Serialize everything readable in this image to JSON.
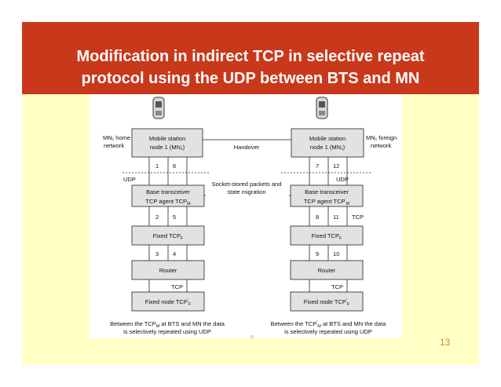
{
  "slide": {
    "title_line1": "Modification in indirect TCP in selective repeat",
    "title_line2": "protocol using the UDP between BTS and MN",
    "page_number": "13"
  },
  "colors": {
    "title_band": "#c9381b",
    "slide_background": "#ffffc6",
    "title_text": "#ffffff",
    "page_number": "#d98a2a"
  },
  "diagram": {
    "left": {
      "network_label_1": "MN₁ home",
      "network_label_2": "network",
      "mobile_line1": "Mobile station",
      "mobile_line2": "node 1 (MN₁)",
      "ports_top": [
        "1",
        "6"
      ],
      "udp_label": "UDP",
      "bts_line1": "Base transceiver",
      "bts_line2": "TCP agent TCP",
      "bts_sub": "M",
      "ports_mid": [
        "2",
        "5"
      ],
      "fixed_tcp": "Fixed TCP",
      "fixed_tcp_sub": "F",
      "ports_low": [
        "3",
        "4"
      ],
      "router": "Router",
      "tcp_label": "TCP",
      "fixed_node": "Fixed node TCP",
      "fixed_node_sub": "F",
      "fixed_node_sup": "′",
      "caption_1a": "Between the TCP",
      "caption_1_sub": "M",
      "caption_1b": " at BTS and MN the data",
      "caption_2": "is selectively repeated using UDP"
    },
    "right": {
      "network_label_1": "MN₁ foreign",
      "network_label_2": "network",
      "mobile_line1": "Mobile station",
      "mobile_line2": "node 1 (MN₁)",
      "ports_top": [
        "7",
        "12"
      ],
      "udp_label": "UDP",
      "bts_line1": "Base transceiver",
      "bts_line2": "TCP agent TCP",
      "bts_sub": "M",
      "bts_sup": "′",
      "ports_mid": [
        "8",
        "11"
      ],
      "tcp_side_label": "TCP",
      "fixed_tcp": "Fixed TCP",
      "fixed_tcp_sub": "F",
      "ports_low": [
        "9",
        "10"
      ],
      "router": "Router",
      "tcp_label": "TCP",
      "fixed_node": "Fixed node TCP",
      "fixed_node_sub": "F",
      "fixed_node_sup": "′",
      "caption_1a": "Between the TCP",
      "caption_1_sub": "M",
      "caption_1_sup": "′",
      "caption_1b": "  at BTS and MN the data",
      "caption_2": "is selectively repeated using UDP"
    },
    "handover_label": "Handover",
    "socket_line1": "Socket-stored packets and",
    "socket_line2": "state migration"
  }
}
